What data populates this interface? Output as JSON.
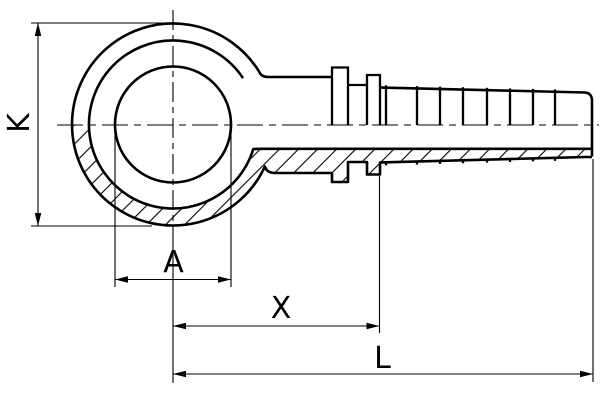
{
  "diagram": {
    "type": "technical-drawing",
    "subject": "banjo-eye-hose-nipple-section-view",
    "labels": {
      "k": "K",
      "a": "A",
      "x": "X",
      "l": "L"
    },
    "colors": {
      "line": "#000000",
      "background": "#ffffff"
    }
  }
}
